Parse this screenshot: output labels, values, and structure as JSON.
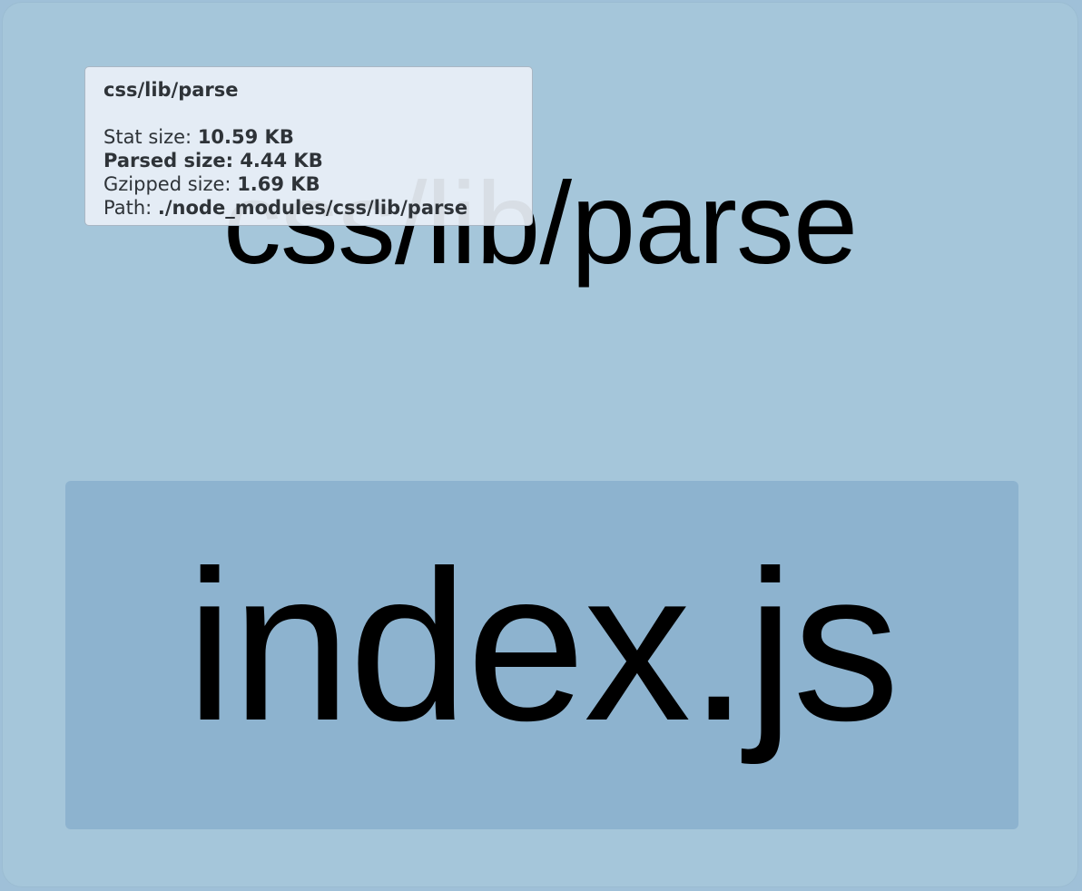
{
  "treemap": {
    "group": {
      "label": "css/lib/parse",
      "child": {
        "label": "index.js"
      }
    }
  },
  "tooltip": {
    "title": "css/lib/parse",
    "stat_label": "Stat size: ",
    "stat_value": "10.59 KB",
    "parsed_label": "Parsed size: ",
    "parsed_value": "4.44 KB",
    "gzip_label": "Gzipped size: ",
    "gzip_value": "1.69 KB",
    "path_label": "Path: ",
    "path_value": "./node_modules/css/lib/parse"
  },
  "colors": {
    "background": "#9fc0d8",
    "group_fill": "#a5c6da",
    "child_fill": "#8db3cf",
    "tooltip_bg": "#e8eff6"
  }
}
